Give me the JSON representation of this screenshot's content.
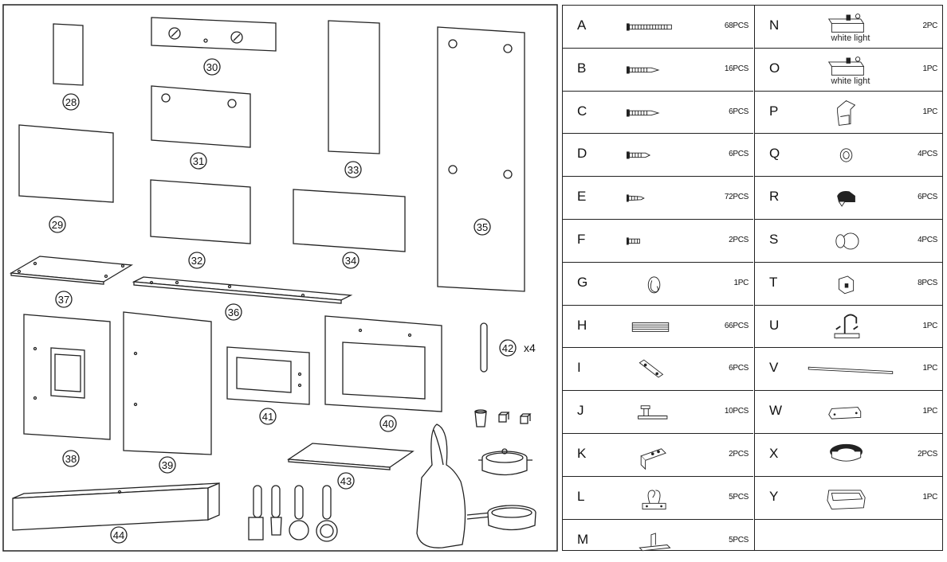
{
  "panels": [
    {
      "id": "28",
      "label": "28"
    },
    {
      "id": "29",
      "label": "29"
    },
    {
      "id": "30",
      "label": "30"
    },
    {
      "id": "31",
      "label": "31"
    },
    {
      "id": "32",
      "label": "32"
    },
    {
      "id": "33",
      "label": "33"
    },
    {
      "id": "34",
      "label": "34"
    },
    {
      "id": "35",
      "label": "35"
    },
    {
      "id": "36",
      "label": "36"
    },
    {
      "id": "37",
      "label": "37"
    },
    {
      "id": "38",
      "label": "38"
    },
    {
      "id": "39",
      "label": "39"
    },
    {
      "id": "40",
      "label": "40"
    },
    {
      "id": "41",
      "label": "41"
    },
    {
      "id": "42",
      "label": "42",
      "qty": "x4"
    },
    {
      "id": "43",
      "label": "43"
    },
    {
      "id": "44",
      "label": "44"
    }
  ],
  "hardware": [
    {
      "letter": "A",
      "qty": "68PCS",
      "icon": "long-screw-icon"
    },
    {
      "letter": "B",
      "qty": "16PCS",
      "icon": "screw-icon"
    },
    {
      "letter": "C",
      "qty": "6PCS",
      "icon": "screw-icon"
    },
    {
      "letter": "D",
      "qty": "6PCS",
      "icon": "short-screw-icon"
    },
    {
      "letter": "E",
      "qty": "72PCS",
      "icon": "small-screw-icon"
    },
    {
      "letter": "F",
      "qty": "2PCS",
      "icon": "tiny-screw-icon"
    },
    {
      "letter": "G",
      "qty": "1PC",
      "icon": "hook-icon"
    },
    {
      "letter": "H",
      "qty": "66PCS",
      "icon": "dowel-icon"
    },
    {
      "letter": "I",
      "qty": "6PCS",
      "icon": "bracket-plate-icon"
    },
    {
      "letter": "J",
      "qty": "10PCS",
      "icon": "latch-icon"
    },
    {
      "letter": "K",
      "qty": "2PCS",
      "icon": "angle-bracket-icon"
    },
    {
      "letter": "L",
      "qty": "5PCS",
      "icon": "double-hook-icon"
    },
    {
      "letter": "M",
      "qty": "5PCS",
      "icon": "clip-icon"
    },
    {
      "letter": "N",
      "qty": "2PC",
      "icon": "light-switch-icon",
      "note": "white light"
    },
    {
      "letter": "O",
      "qty": "1PC",
      "icon": "light-switch-icon",
      "note": "white light"
    },
    {
      "letter": "P",
      "qty": "1PC",
      "icon": "dispenser-icon"
    },
    {
      "letter": "Q",
      "qty": "4PCS",
      "icon": "knob-ring-icon"
    },
    {
      "letter": "R",
      "qty": "6PCS",
      "icon": "handle-icon"
    },
    {
      "letter": "S",
      "qty": "4PCS",
      "icon": "round-knob-icon"
    },
    {
      "letter": "T",
      "qty": "8PCS",
      "icon": "cube-connector-icon"
    },
    {
      "letter": "U",
      "qty": "1PC",
      "icon": "faucet-icon"
    },
    {
      "letter": "V",
      "qty": "1PC",
      "icon": "rail-icon"
    },
    {
      "letter": "W",
      "qty": "1PC",
      "icon": "handle-bar-icon"
    },
    {
      "letter": "X",
      "qty": "2PCS",
      "icon": "burner-icon"
    },
    {
      "letter": "Y",
      "qty": "1PC",
      "icon": "sink-tray-icon"
    }
  ]
}
